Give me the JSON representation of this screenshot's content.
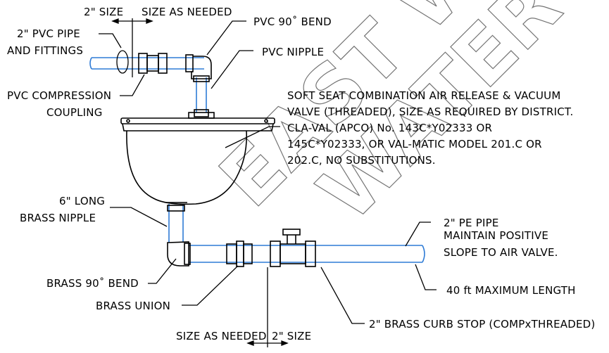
{
  "labels": {
    "top_dim_left": "2\" SIZE",
    "top_dim_right": "SIZE AS NEEDED",
    "pvc_pipe_line1": "2\" PVC PIPE",
    "pvc_pipe_line2": "AND FITTINGS",
    "pvc_bend": "PVC 90˚ BEND",
    "pvc_nipple": "PVC NIPPLE",
    "pvc_coupling_line1": "PVC COMPRESSION",
    "pvc_coupling_line2": "COUPLING",
    "valve_line1": "SOFT SEAT COMBINATION AIR RELEASE & VACUUM",
    "valve_line2": "VALVE (THREADED), SIZE AS REQUIRED BY DISTRICT.",
    "valve_line3": "CLA-VAL (APCO) No. 143C*Y02333 OR",
    "valve_line4": "145C*Y02333, OR VAL-MATIC MODEL 201.C OR",
    "valve_line5": "202.C, NO SUBSTITUTIONS.",
    "brass_nipple_line1": "6\" LONG",
    "brass_nipple_line2": "BRASS NIPPLE",
    "pe_pipe_line1": "2\" PE PIPE",
    "pe_pipe_line2": "MAINTAIN POSITIVE",
    "pe_pipe_line3": "SLOPE TO AIR VALVE.",
    "brass_bend": "BRASS 90˚ BEND",
    "max_length": "40 ft MAXIMUM LENGTH",
    "brass_union": "BRASS UNION",
    "curb_stop": "2\" BRASS CURB STOP (COMPxTHREADED)",
    "bottom_dim_left": "SIZE AS NEEDED",
    "bottom_dim_right": "2\" SIZE"
  },
  "watermark": {
    "line1": "EAST WEST",
    "line2": "WATER"
  },
  "colors": {
    "pipe": "#2e7bd6",
    "line": "#000000",
    "background": "#ffffff"
  }
}
